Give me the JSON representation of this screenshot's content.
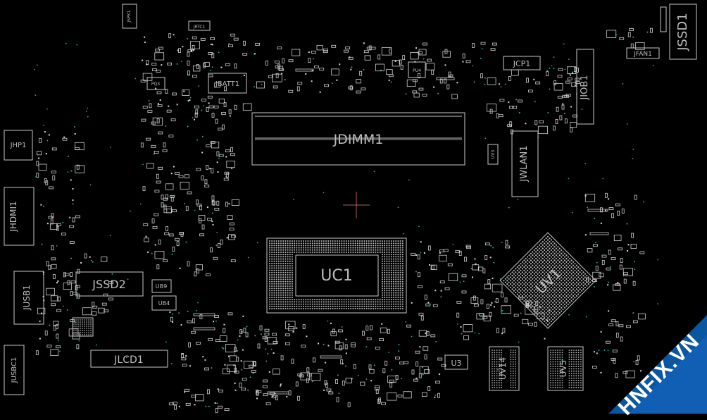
{
  "board": {
    "connectors": {
      "jssd1": "JSSD1",
      "jfan1": "JFAN1",
      "jiob1": "JIOB1",
      "jcp1": "JCP1",
      "jwlan1": "JWLAN1",
      "jdimm1": "JDIMM1",
      "jbatt1": "JBATT1",
      "jrtc1": "JRTC1",
      "jspk1": "JSPK1",
      "jhp1": "JHP1",
      "jhdmi1": "JHDMI1",
      "jusb1": "JUSB1",
      "jusbc1": "JUSBC1",
      "jssd2": "JSSD2",
      "jlcd1": "JLCD1"
    },
    "chips": {
      "uc1": "UC1",
      "uv1": "UV1",
      "uv14": "UV14",
      "uv5": "UV5",
      "u3": "U3",
      "ub9": "UB9",
      "ub4": "UB4",
      "pu4": "PU4",
      "pq3": "PQ3",
      "uv3": "UV3"
    }
  },
  "watermark": {
    "text": "HNFIX.VN",
    "accent_color": "#e01b24",
    "band_color": "#0b5fb0"
  },
  "colors": {
    "background": "#000000",
    "outline": "#c8c8c8",
    "label": "#bdbdbd",
    "via_dot": "#2aa7a7",
    "cursor": "#b86060"
  }
}
